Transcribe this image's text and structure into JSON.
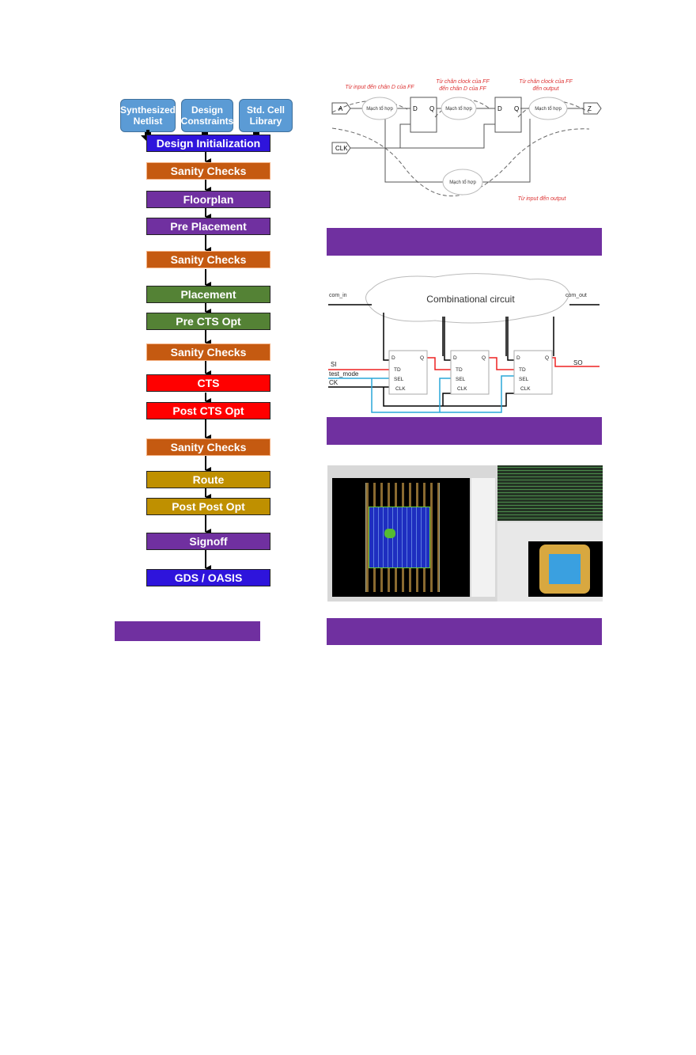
{
  "flow": {
    "inputs": [
      "Synthesized Netlist",
      "Design Constraints",
      "Std. Cell Library"
    ],
    "steps": [
      "Design Initialization",
      "Sanity Checks",
      "Floorplan",
      "Pre Placement",
      "Sanity Checks",
      "Placement",
      "Pre CTS Opt",
      "Sanity Checks",
      "CTS",
      "Post CTS Opt",
      "Sanity Checks",
      "Route",
      "Post Post Opt",
      "Signoff",
      "GDS / OASIS"
    ],
    "colors": {
      "blue": "#2E14DC",
      "orange": "#C55A11",
      "purple": "#7030A0",
      "green": "#548235",
      "red": "#FF0000",
      "gold": "#BF9000",
      "input": "#5B9BD5"
    }
  },
  "timing": {
    "label_in_ff": "Từ input đến chân D của FF",
    "label_ff_ff_1": "Từ chân clock của FF",
    "label_ff_ff_2": "đến chân D của FF",
    "label_ff_out_1": "Từ chân clock của FF",
    "label_ff_out_2": "đến output",
    "label_in_out": "Từ input đến output",
    "cloud": "Mạch tổ hợp",
    "port_a": "A",
    "port_z": "Z",
    "port_clk": "CLK",
    "pin_d": "D",
    "pin_q": "Q"
  },
  "scan": {
    "cloud": "Combinational circuit",
    "com_in": "com_in",
    "com_out": "com_out",
    "si": "SI",
    "test_mode": "test_mode",
    "ck": "CK",
    "so": "SO",
    "pins": [
      "D",
      "Q",
      "TD",
      "SEL",
      "CLK"
    ]
  },
  "caption_color": "#7030A0"
}
